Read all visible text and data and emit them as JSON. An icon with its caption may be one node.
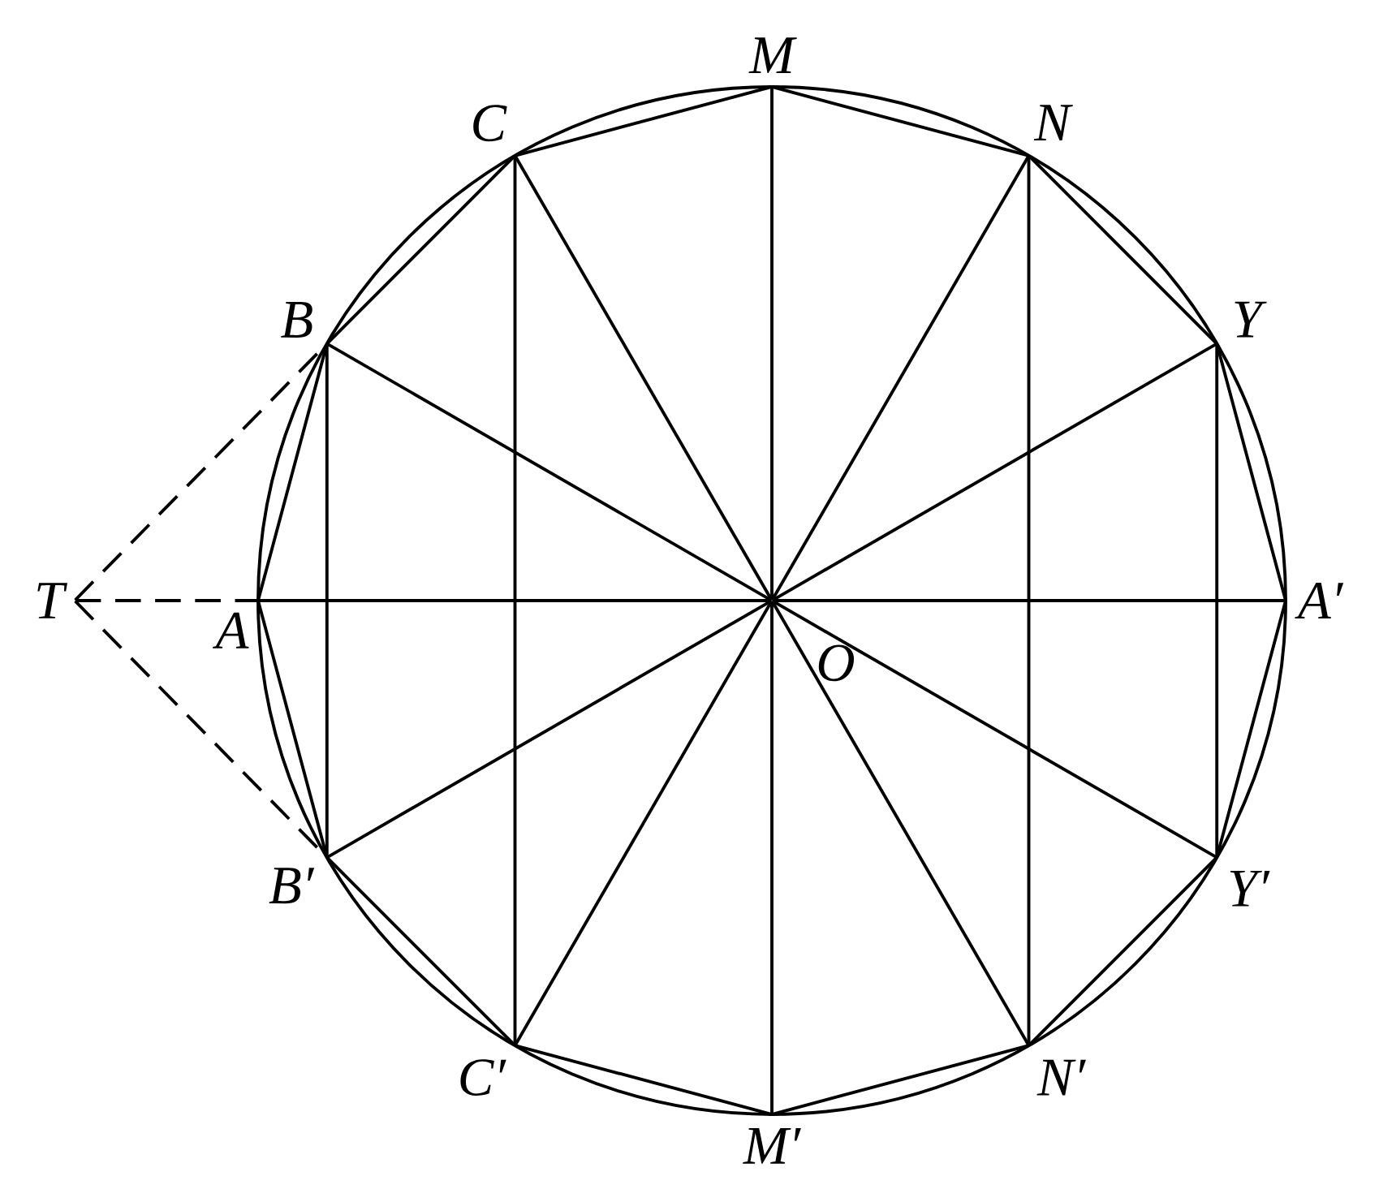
{
  "diagram": {
    "nodes": [
      {
        "text": [
          "M"
        ]
      },
      {
        "text": [
          "C"
        ]
      },
      {
        "text": [
          "N"
        ]
      },
      {
        "text": [
          "B"
        ]
      },
      {
        "text": [
          "Y"
        ]
      },
      {
        "text": [
          "T"
        ]
      },
      {
        "text": [
          "A"
        ]
      },
      {
        "text": [
          "O"
        ]
      },
      {
        "text": [
          "A′"
        ]
      },
      {
        "text": [
          "B′"
        ]
      },
      {
        "text": [
          "Y′"
        ]
      },
      {
        "text": [
          "C′"
        ]
      },
      {
        "text": [
          "N′"
        ]
      },
      {
        "text": [
          "M′"
        ]
      }
    ],
    "edges": [
      {
        "from": 6,
        "to": 3,
        "arrow": "none"
      },
      {
        "from": 3,
        "to": 1,
        "arrow": "none"
      },
      {
        "from": 1,
        "to": 0,
        "arrow": "none"
      },
      {
        "from": 0,
        "to": 2,
        "arrow": "none"
      },
      {
        "from": 2,
        "to": 4,
        "arrow": "none"
      },
      {
        "from": 4,
        "to": 8,
        "arrow": "none"
      },
      {
        "from": 8,
        "to": 10,
        "arrow": "none"
      },
      {
        "from": 10,
        "to": 12,
        "arrow": "none"
      },
      {
        "from": 12,
        "to": 13,
        "arrow": "none"
      },
      {
        "from": 13,
        "to": 11,
        "arrow": "none"
      },
      {
        "from": 11,
        "to": 9,
        "arrow": "none"
      },
      {
        "from": 9,
        "to": 6,
        "arrow": "none"
      },
      {
        "from": 0,
        "to": 7,
        "arrow": "none"
      },
      {
        "from": 1,
        "to": 7,
        "arrow": "none"
      },
      {
        "from": 2,
        "to": 7,
        "arrow": "none"
      },
      {
        "from": 3,
        "to": 7,
        "arrow": "none"
      },
      {
        "from": 4,
        "to": 7,
        "arrow": "none"
      },
      {
        "from": 6,
        "to": 7,
        "arrow": "none"
      },
      {
        "from": 7,
        "to": 8,
        "arrow": "none"
      },
      {
        "from": 7,
        "to": 9,
        "arrow": "none"
      },
      {
        "from": 7,
        "to": 10,
        "arrow": "none"
      },
      {
        "from": 7,
        "to": 11,
        "arrow": "none"
      },
      {
        "from": 7,
        "to": 12,
        "arrow": "none"
      },
      {
        "from": 7,
        "to": 13,
        "arrow": "none"
      },
      {
        "from": 3,
        "to": 9,
        "arrow": "none"
      },
      {
        "from": 1,
        "to": 11,
        "arrow": "none"
      },
      {
        "from": 2,
        "to": 12,
        "arrow": "none"
      },
      {
        "from": 4,
        "to": 10,
        "arrow": "none"
      },
      {
        "from": 5,
        "to": 3,
        "arrow": "none",
        "style": "dashed"
      },
      {
        "from": 5,
        "to": 6,
        "arrow": "none",
        "style": "dashed"
      },
      {
        "from": 5,
        "to": 9,
        "arrow": "none",
        "style": "dashed"
      }
    ]
  }
}
